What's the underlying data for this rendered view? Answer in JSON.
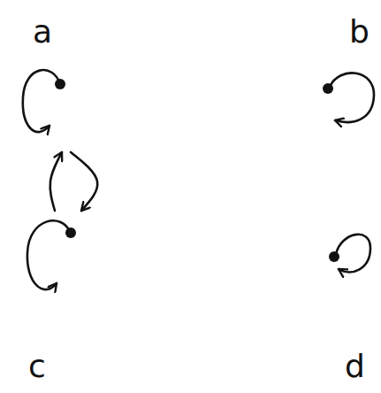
{
  "diagram": {
    "nodes": [
      {
        "text": [
          "a"
        ]
      },
      {
        "text": [
          "b"
        ]
      },
      {
        "text": [
          "c"
        ]
      },
      {
        "text": [
          "d"
        ]
      }
    ],
    "edges": [
      {
        "from": 2,
        "to": 0,
        "arrow": "to"
      },
      {
        "from": 0,
        "to": 2,
        "arrow": "to"
      }
    ]
  }
}
